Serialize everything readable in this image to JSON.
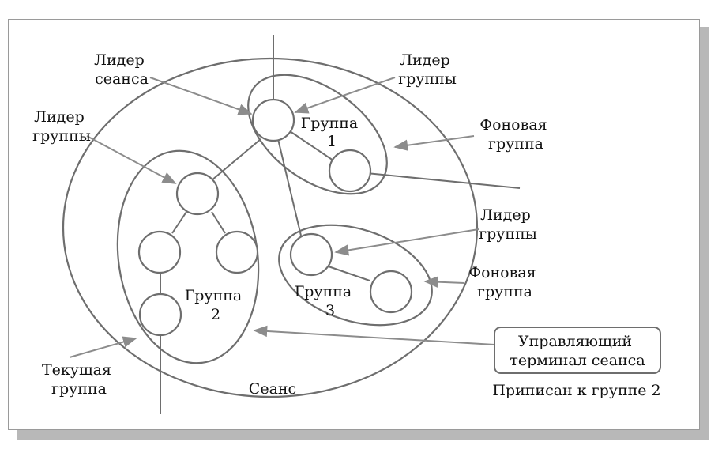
{
  "labels": {
    "session_leader": [
      "Лидер",
      "сеанса"
    ],
    "group1_leader": [
      "Лидер",
      "группы"
    ],
    "group2_leader": [
      "Лидер",
      "группы"
    ],
    "group3_leader": [
      "Лидер",
      "группы"
    ],
    "background_group_1": [
      "Фоновая",
      "группа"
    ],
    "background_group_3": [
      "Фоновая",
      "группа"
    ],
    "group1": [
      "Группа",
      "1"
    ],
    "group2": [
      "Группа",
      "2"
    ],
    "group3": [
      "Группа",
      "3"
    ],
    "current_group": [
      "Текущая",
      "группа"
    ],
    "session": "Сеанс",
    "terminal_box": [
      "Управляющий",
      "терминал сеанса"
    ],
    "terminal_note": "Приписан к группе 2"
  },
  "colors": {
    "stroke": "#6e6e6e",
    "arrow": "#8c8c8c",
    "text": "#111111",
    "shadow": "#b8b8b8"
  }
}
